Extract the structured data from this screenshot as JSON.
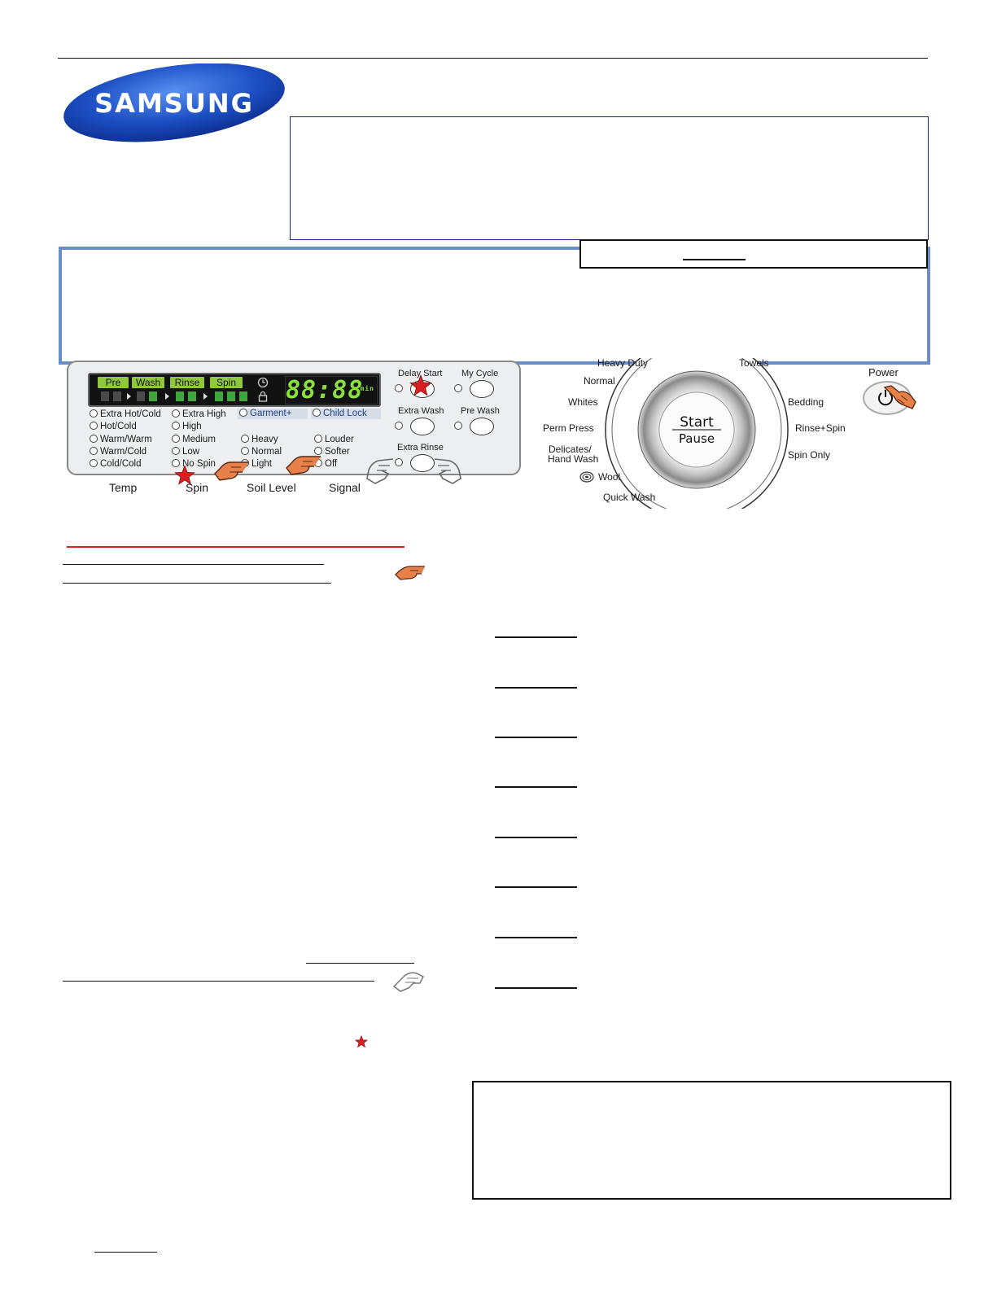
{
  "brand": {
    "logo_text": "SAMSUNG"
  },
  "control_panel": {
    "display": {
      "cycle_steps": [
        "Pre",
        "Wash",
        "Rinse",
        "Spin"
      ],
      "time": "88:88",
      "time_unit": "min"
    },
    "temp_options": [
      "Extra Hot/Cold",
      "Hot/Cold",
      "Warm/Warm",
      "Warm/Cold",
      "Cold/Cold"
    ],
    "spin_options": [
      "Extra High",
      "High",
      "Medium",
      "Low",
      "No Spin"
    ],
    "soil_options": [
      "Heavy",
      "Normal",
      "Light"
    ],
    "signal_options": [
      "Louder",
      "Softer",
      "Off"
    ],
    "garment_plus": "Garment+",
    "child_lock": "Child Lock",
    "buttons": {
      "delay_start": "Delay Start",
      "my_cycle": "My Cycle",
      "extra_wash": "Extra Wash",
      "pre_wash": "Pre Wash",
      "extra_rinse": "Extra Rinse"
    },
    "knob_labels": [
      "Temp",
      "Spin",
      "Soil Level",
      "Signal"
    ]
  },
  "dial": {
    "cycles_left": [
      "Heavy Duty",
      "Normal",
      "Whites",
      "Perm Press",
      "Delicates/",
      "Hand Wash",
      "Wool",
      "Quick Wash"
    ],
    "cycles_right": [
      "Towels",
      "Bedding",
      "Rinse+Spin",
      "Spin Only"
    ],
    "start_label": "Start",
    "pause_label": "Pause",
    "power_label": "Power"
  },
  "colors": {
    "logo_blue": "#1d4fc4",
    "box_border_blue": "#6a8fc8",
    "red_rule": "#e0201c",
    "star_red": "#d81e1e",
    "display_green": "#8fc83e"
  }
}
